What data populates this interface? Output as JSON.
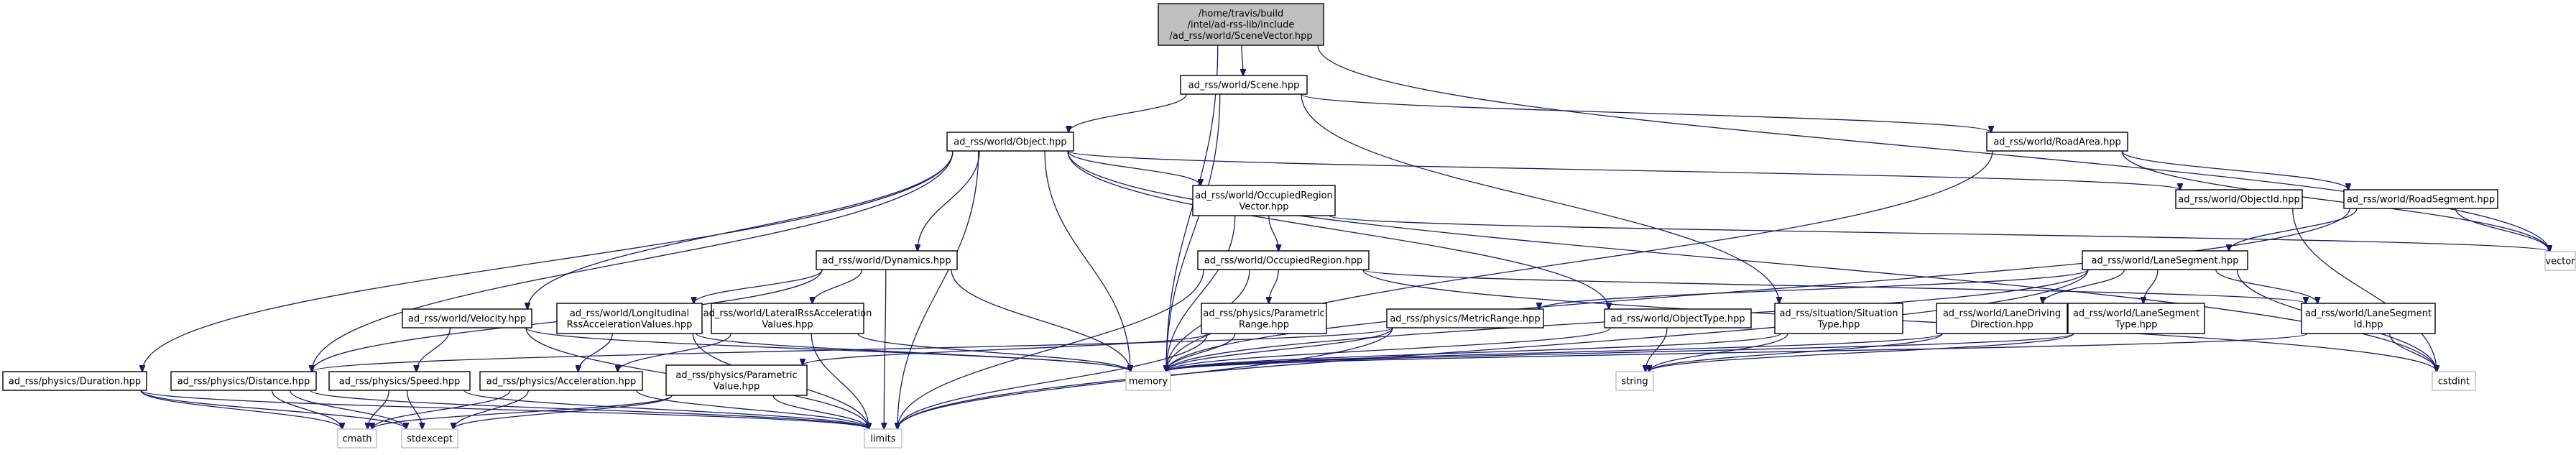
{
  "diagram": {
    "type": "include-dependency-graph",
    "nodes": [
      {
        "id": "root",
        "lines": [
          "/home/travis/build",
          "/intel/ad-rss-lib/include",
          "/ad_rss/world/SceneVector.hpp"
        ],
        "kind": "root"
      },
      {
        "id": "scene",
        "lines": [
          "ad_rss/world/Scene.hpp"
        ]
      },
      {
        "id": "object",
        "lines": [
          "ad_rss/world/Object.hpp"
        ]
      },
      {
        "id": "roadarea",
        "lines": [
          "ad_rss/world/RoadArea.hpp"
        ]
      },
      {
        "id": "occregvec",
        "lines": [
          "ad_rss/world/OccupiedRegion",
          "Vector.hpp"
        ]
      },
      {
        "id": "objectid",
        "lines": [
          "ad_rss/world/ObjectId.hpp"
        ]
      },
      {
        "id": "roadsegment",
        "lines": [
          "ad_rss/world/RoadSegment.hpp"
        ]
      },
      {
        "id": "dynamics",
        "lines": [
          "ad_rss/world/Dynamics.hpp"
        ]
      },
      {
        "id": "occreg",
        "lines": [
          "ad_rss/world/OccupiedRegion.hpp"
        ]
      },
      {
        "id": "lanesegment",
        "lines": [
          "ad_rss/world/LaneSegment.hpp"
        ]
      },
      {
        "id": "velocity",
        "lines": [
          "ad_rss/world/Velocity.hpp"
        ]
      },
      {
        "id": "longitudinal",
        "lines": [
          "ad_rss/world/Longitudinal",
          "RssAccelerationValues.hpp"
        ]
      },
      {
        "id": "lateral",
        "lines": [
          "ad_rss/world/LateralRssAcceleration",
          "Values.hpp"
        ]
      },
      {
        "id": "paramrange",
        "lines": [
          "ad_rss/physics/Parametric",
          "Range.hpp"
        ]
      },
      {
        "id": "metricrange",
        "lines": [
          "ad_rss/physics/MetricRange.hpp"
        ]
      },
      {
        "id": "objecttype",
        "lines": [
          "ad_rss/world/ObjectType.hpp"
        ]
      },
      {
        "id": "situationtype",
        "lines": [
          "ad_rss/situation/Situation",
          "Type.hpp"
        ]
      },
      {
        "id": "lanedriving",
        "lines": [
          "ad_rss/world/LaneDriving",
          "Direction.hpp"
        ]
      },
      {
        "id": "lanesegtype",
        "lines": [
          "ad_rss/world/LaneSegment",
          "Type.hpp"
        ]
      },
      {
        "id": "lanesegid",
        "lines": [
          "ad_rss/world/LaneSegment",
          "Id.hpp"
        ]
      },
      {
        "id": "duration",
        "lines": [
          "ad_rss/physics/Duration.hpp"
        ]
      },
      {
        "id": "distance",
        "lines": [
          "ad_rss/physics/Distance.hpp"
        ]
      },
      {
        "id": "speed",
        "lines": [
          "ad_rss/physics/Speed.hpp"
        ]
      },
      {
        "id": "acceleration",
        "lines": [
          "ad_rss/physics/Acceleration.hpp"
        ]
      },
      {
        "id": "paramvalue",
        "lines": [
          "ad_rss/physics/Parametric",
          "Value.hpp"
        ]
      },
      {
        "id": "vector",
        "lines": [
          "vector"
        ],
        "kind": "sys"
      },
      {
        "id": "memory",
        "lines": [
          "memory"
        ],
        "kind": "sys"
      },
      {
        "id": "string",
        "lines": [
          "string"
        ],
        "kind": "sys"
      },
      {
        "id": "cstdint",
        "lines": [
          "cstdint"
        ],
        "kind": "sys"
      },
      {
        "id": "cmath",
        "lines": [
          "cmath"
        ],
        "kind": "sys"
      },
      {
        "id": "stdexcept",
        "lines": [
          "stdexcept"
        ],
        "kind": "sys"
      },
      {
        "id": "limits",
        "lines": [
          "limits"
        ],
        "kind": "sys"
      }
    ],
    "edges": [
      [
        "root",
        "scene"
      ],
      [
        "root",
        "memory"
      ],
      [
        "root",
        "vector"
      ],
      [
        "scene",
        "object"
      ],
      [
        "scene",
        "roadarea"
      ],
      [
        "scene",
        "memory"
      ],
      [
        "scene",
        "situationtype"
      ],
      [
        "object",
        "occregvec"
      ],
      [
        "object",
        "objectid"
      ],
      [
        "object",
        "dynamics"
      ],
      [
        "object",
        "velocity"
      ],
      [
        "object",
        "duration"
      ],
      [
        "object",
        "distance"
      ],
      [
        "object",
        "objecttype"
      ],
      [
        "object",
        "memory"
      ],
      [
        "object",
        "limits"
      ],
      [
        "object",
        "cstdint"
      ],
      [
        "roadarea",
        "roadsegment"
      ],
      [
        "roadarea",
        "vector"
      ],
      [
        "roadarea",
        "memory"
      ],
      [
        "occregvec",
        "occreg"
      ],
      [
        "occregvec",
        "memory"
      ],
      [
        "occregvec",
        "vector"
      ],
      [
        "objectid",
        "cstdint"
      ],
      [
        "roadsegment",
        "lanesegment"
      ],
      [
        "roadsegment",
        "vector"
      ],
      [
        "roadsegment",
        "memory"
      ],
      [
        "dynamics",
        "longitudinal"
      ],
      [
        "dynamics",
        "lateral"
      ],
      [
        "dynamics",
        "distance"
      ],
      [
        "dynamics",
        "memory"
      ],
      [
        "dynamics",
        "limits"
      ],
      [
        "occreg",
        "paramrange"
      ],
      [
        "occreg",
        "lanesegid"
      ],
      [
        "occreg",
        "memory"
      ],
      [
        "occreg",
        "cstdint"
      ],
      [
        "occreg",
        "limits"
      ],
      [
        "lanesegment",
        "metricrange"
      ],
      [
        "lanesegment",
        "lanedriving"
      ],
      [
        "lanesegment",
        "lanesegtype"
      ],
      [
        "lanesegment",
        "lanesegid"
      ],
      [
        "lanesegment",
        "memory"
      ],
      [
        "lanesegment",
        "cstdint"
      ],
      [
        "lanesegment",
        "limits"
      ],
      [
        "velocity",
        "speed"
      ],
      [
        "velocity",
        "memory"
      ],
      [
        "velocity",
        "limits"
      ],
      [
        "longitudinal",
        "acceleration"
      ],
      [
        "longitudinal",
        "memory"
      ],
      [
        "longitudinal",
        "limits"
      ],
      [
        "lateral",
        "acceleration"
      ],
      [
        "lateral",
        "memory"
      ],
      [
        "lateral",
        "limits"
      ],
      [
        "paramrange",
        "paramvalue"
      ],
      [
        "paramrange",
        "memory"
      ],
      [
        "paramrange",
        "limits"
      ],
      [
        "metricrange",
        "distance"
      ],
      [
        "metricrange",
        "memory"
      ],
      [
        "metricrange",
        "limits"
      ],
      [
        "objecttype",
        "memory"
      ],
      [
        "objecttype",
        "string"
      ],
      [
        "situationtype",
        "memory"
      ],
      [
        "situationtype",
        "string"
      ],
      [
        "lanedriving",
        "memory"
      ],
      [
        "lanedriving",
        "string"
      ],
      [
        "lanesegtype",
        "memory"
      ],
      [
        "lanesegtype",
        "string"
      ],
      [
        "lanesegid",
        "cstdint"
      ],
      [
        "lanesegid",
        "memory"
      ],
      [
        "duration",
        "cmath"
      ],
      [
        "duration",
        "stdexcept"
      ],
      [
        "duration",
        "limits"
      ],
      [
        "distance",
        "cmath"
      ],
      [
        "distance",
        "stdexcept"
      ],
      [
        "distance",
        "limits"
      ],
      [
        "speed",
        "cmath"
      ],
      [
        "speed",
        "stdexcept"
      ],
      [
        "speed",
        "limits"
      ],
      [
        "acceleration",
        "cmath"
      ],
      [
        "acceleration",
        "stdexcept"
      ],
      [
        "acceleration",
        "limits"
      ],
      [
        "paramvalue",
        "cmath"
      ],
      [
        "paramvalue",
        "stdexcept"
      ],
      [
        "paramvalue",
        "limits"
      ]
    ]
  }
}
